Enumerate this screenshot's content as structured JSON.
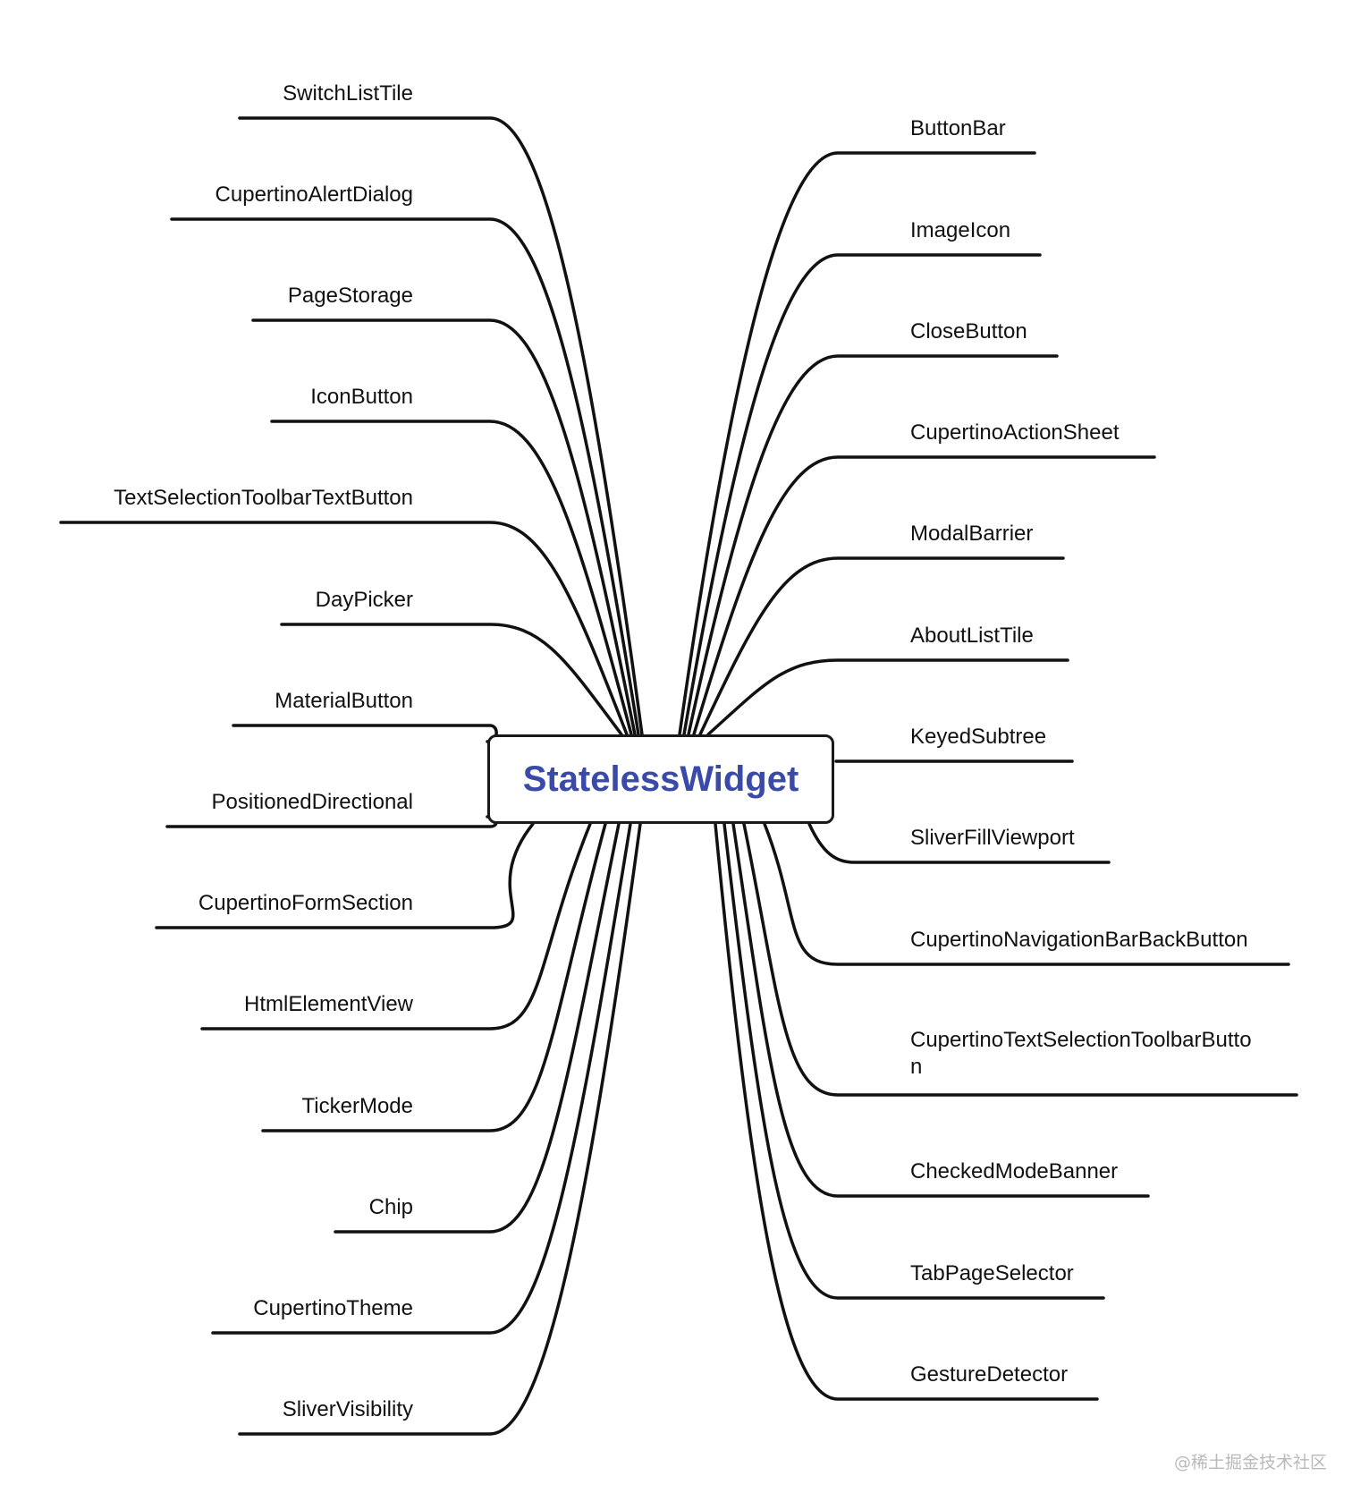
{
  "diagram": {
    "center": {
      "label": "StatelessWidget"
    },
    "left_nodes": [
      {
        "label": "SwitchListTile"
      },
      {
        "label": "CupertinoAlertDialog"
      },
      {
        "label": "PageStorage"
      },
      {
        "label": "IconButton"
      },
      {
        "label": "TextSelectionToolbarTextButton"
      },
      {
        "label": "DayPicker"
      },
      {
        "label": "MaterialButton"
      },
      {
        "label": "PositionedDirectional"
      },
      {
        "label": "CupertinoFormSection"
      },
      {
        "label": "HtmlElementView"
      },
      {
        "label": "TickerMode"
      },
      {
        "label": "Chip"
      },
      {
        "label": "CupertinoTheme"
      },
      {
        "label": "SliverVisibility"
      }
    ],
    "right_nodes": [
      {
        "label": "ButtonBar"
      },
      {
        "label": "ImageIcon"
      },
      {
        "label": "CloseButton"
      },
      {
        "label": "CupertinoActionSheet"
      },
      {
        "label": "ModalBarrier"
      },
      {
        "label": "AboutListTile"
      },
      {
        "label": "KeyedSubtree"
      },
      {
        "label": "SliverFillViewport"
      },
      {
        "label": "CupertinoNavigationBarBackButton"
      },
      {
        "label": "CupertinoTextSelectionToolbarButto",
        "label2": "n"
      },
      {
        "label": "CheckedModeBanner"
      },
      {
        "label": "TabPageSelector"
      },
      {
        "label": "GestureDetector"
      }
    ],
    "line_color": "#111111",
    "center_text_color": "#3a4aa8"
  },
  "watermark": "@稀土掘金技术社区"
}
